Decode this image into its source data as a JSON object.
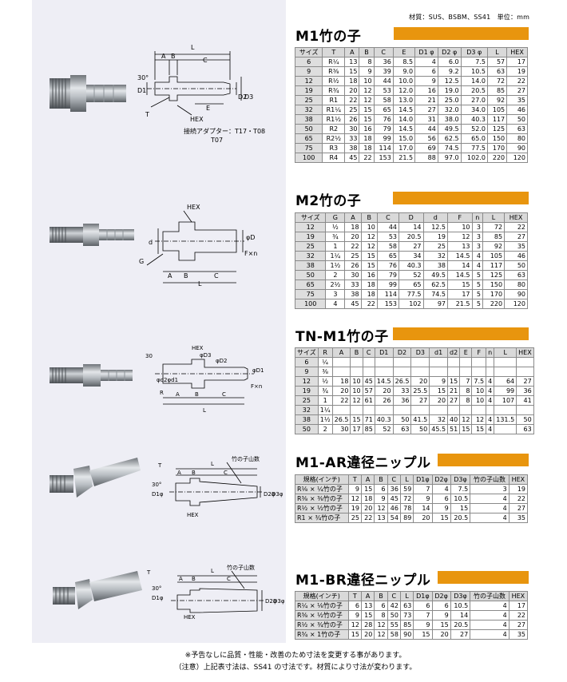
{
  "header": {
    "materials": "材質：SUS、BSBM、SS41　単位：mm"
  },
  "drawing_labels": {
    "m1": {
      "L": "L",
      "A": "A",
      "B": "B",
      "C": "C",
      "E": "E",
      "deg": "30°",
      "D1": "D1",
      "T": "T",
      "HEX": "HEX",
      "D2": "D2",
      "D3": "D3"
    },
    "m1_note_line1": "接続アダプター：T17・T08",
    "m1_note_line2": "T07",
    "m2": {
      "HEX": "HEX",
      "d": "d",
      "G": "G",
      "A": "A",
      "B": "B",
      "C": "C",
      "L": "L",
      "phiD": "φD",
      "Fxn": "F×n"
    },
    "tn": {
      "HEX": "HEX",
      "phiD3": "φD3",
      "phiD2": "φD2",
      "phiD1": "φD1",
      "deg": "30",
      "phid2d1": "φd2φd1",
      "R": "R",
      "A": "A",
      "B": "B",
      "C": "C",
      "L": "L",
      "Fxn": "F×n"
    },
    "ar": {
      "bamboo": "竹の子山数",
      "T": "T",
      "A": "A",
      "B": "B",
      "C": "C",
      "L": "L",
      "deg": "30°",
      "D1": "D1φ",
      "HEX": "HEX",
      "D2": "D2φ",
      "D3": "D3φ"
    },
    "br": {
      "bamboo": "竹の子山数",
      "T": "T",
      "A": "A",
      "B": "B",
      "C": "C",
      "L": "L",
      "deg": "30°",
      "D1": "D1φ",
      "HEX": "HEX",
      "D2": "D2φ",
      "D3": "D3φ"
    }
  },
  "sections": [
    {
      "title": "M1竹の子",
      "columns": [
        "サイズ",
        "T",
        "A",
        "B",
        "C",
        "E",
        "D1 φ",
        "D2 φ",
        "D3 φ",
        "L",
        "HEX"
      ],
      "rows": [
        [
          "6",
          "R¼",
          "13",
          "8",
          "36",
          "8.5",
          "4",
          "6.0",
          "7.5",
          "57",
          "17"
        ],
        [
          "9",
          "R⅜",
          "15",
          "9",
          "39",
          "9.0",
          "6",
          "9.2",
          "10.5",
          "63",
          "19"
        ],
        [
          "12",
          "R½",
          "18",
          "10",
          "44",
          "10.0",
          "9",
          "12.5",
          "14.0",
          "72",
          "22"
        ],
        [
          "19",
          "R¾",
          "20",
          "12",
          "53",
          "12.0",
          "16",
          "19.0",
          "20.5",
          "85",
          "27"
        ],
        [
          "25",
          "R1",
          "22",
          "12",
          "58",
          "13.0",
          "21",
          "25.0",
          "27.0",
          "92",
          "35"
        ],
        [
          "32",
          "R1¼",
          "25",
          "15",
          "65",
          "14.5",
          "27",
          "32.0",
          "34.0",
          "105",
          "46"
        ],
        [
          "38",
          "R1½",
          "26",
          "15",
          "76",
          "14.0",
          "31",
          "38.0",
          "40.3",
          "117",
          "50"
        ],
        [
          "50",
          "R2",
          "30",
          "16",
          "79",
          "14.5",
          "44",
          "49.5",
          "52.0",
          "125",
          "63"
        ],
        [
          "65",
          "R2½",
          "33",
          "18",
          "99",
          "15.0",
          "56",
          "62.5",
          "65.0",
          "150",
          "80"
        ],
        [
          "75",
          "R3",
          "38",
          "18",
          "114",
          "17.0",
          "69",
          "74.5",
          "77.5",
          "170",
          "90"
        ],
        [
          "100",
          "R4",
          "45",
          "22",
          "153",
          "21.5",
          "88",
          "97.0",
          "102.0",
          "220",
          "120"
        ]
      ]
    },
    {
      "title": "M2竹の子",
      "columns": [
        "サイズ",
        "G",
        "A",
        "B",
        "C",
        "D",
        "d",
        "F",
        "n",
        "L",
        "HEX"
      ],
      "rows": [
        [
          "12",
          "½",
          "18",
          "10",
          "44",
          "14",
          "12.5",
          "10",
          "3",
          "72",
          "22"
        ],
        [
          "19",
          "¾",
          "20",
          "12",
          "53",
          "20.5",
          "19",
          "12",
          "3",
          "85",
          "27"
        ],
        [
          "25",
          "1",
          "22",
          "12",
          "58",
          "27",
          "25",
          "13",
          "3",
          "92",
          "35"
        ],
        [
          "32",
          "1¼",
          "25",
          "15",
          "65",
          "34",
          "32",
          "14.5",
          "4",
          "105",
          "46"
        ],
        [
          "38",
          "1½",
          "26",
          "15",
          "76",
          "40.3",
          "38",
          "14",
          "4",
          "117",
          "50"
        ],
        [
          "50",
          "2",
          "30",
          "16",
          "79",
          "52",
          "49.5",
          "14.5",
          "5",
          "125",
          "63"
        ],
        [
          "65",
          "2½",
          "33",
          "18",
          "99",
          "65",
          "62.5",
          "15",
          "5",
          "150",
          "80"
        ],
        [
          "75",
          "3",
          "38",
          "18",
          "114",
          "77.5",
          "74.5",
          "17",
          "5",
          "170",
          "90"
        ],
        [
          "100",
          "4",
          "45",
          "22",
          "153",
          "102",
          "97",
          "21.5",
          "5",
          "220",
          "120"
        ]
      ]
    },
    {
      "title": "TN-M1竹の子",
      "columns": [
        "サイズ",
        "R",
        "A",
        "B",
        "C",
        "D1",
        "D2",
        "D3",
        "d1",
        "d2",
        "E",
        "F",
        "n",
        "L",
        "HEX"
      ],
      "rows": [
        [
          "6",
          "¼",
          "",
          "",
          "",
          "",
          "",
          "",
          "",
          "",
          "",
          "",
          "",
          "",
          ""
        ],
        [
          "9",
          "⅜",
          "",
          "",
          "",
          "",
          "",
          "",
          "",
          "",
          "",
          "",
          "",
          "",
          ""
        ],
        [
          "12",
          "½",
          "18",
          "10",
          "45",
          "14.5",
          "26.5",
          "20",
          "9",
          "15",
          "7",
          "7.5",
          "4",
          "64",
          "27"
        ],
        [
          "19",
          "¾",
          "20",
          "10",
          "57",
          "20",
          "33",
          "25.5",
          "15",
          "21",
          "8",
          "10",
          "4",
          "99",
          "36"
        ],
        [
          "25",
          "1",
          "22",
          "12",
          "61",
          "26",
          "36",
          "27",
          "20",
          "27",
          "8",
          "10",
          "4",
          "107",
          "41"
        ],
        [
          "32",
          "1¼",
          "",
          "",
          "",
          "",
          "",
          "",
          "",
          "",
          "",
          "",
          "",
          "",
          ""
        ],
        [
          "38",
          "1½",
          "26.5",
          "15",
          "71",
          "40.3",
          "50",
          "41.5",
          "32",
          "40",
          "12",
          "12",
          "4",
          "131.5",
          "50"
        ],
        [
          "50",
          "2",
          "30",
          "17",
          "85",
          "52",
          "63",
          "50",
          "45.5",
          "51",
          "15",
          "15",
          "4",
          "",
          "63"
        ]
      ]
    },
    {
      "title": "M1-AR違径ニップル",
      "columns": [
        "規格(インチ)",
        "T",
        "A",
        "B",
        "C",
        "L",
        "D1φ",
        "D2φ",
        "D3φ",
        "竹の子山数",
        "HEX"
      ],
      "rows": [
        [
          "R⅛ × ¼竹の子",
          "9",
          "15",
          "6",
          "36",
          "59",
          "7",
          "4",
          "7.5",
          "3",
          "19"
        ],
        [
          "R⅜ × ⅜竹の子",
          "12",
          "18",
          "9",
          "45",
          "72",
          "9",
          "6",
          "10.5",
          "4",
          "22"
        ],
        [
          "R½ × ½竹の子",
          "19",
          "20",
          "12",
          "46",
          "78",
          "14",
          "9",
          "15",
          "4",
          "27"
        ],
        [
          "R1 × ¾竹の子",
          "25",
          "22",
          "13",
          "54",
          "89",
          "20",
          "15",
          "20.5",
          "4",
          "35"
        ]
      ]
    },
    {
      "title": "M1-BR違径ニップル",
      "columns": [
        "規格(インチ)",
        "T",
        "A",
        "B",
        "C",
        "L",
        "D1φ",
        "D2φ",
        "D3φ",
        "竹の子山数",
        "HEX"
      ],
      "rows": [
        [
          "R¼ × ⅛竹の子",
          "6",
          "13",
          "6",
          "42",
          "63",
          "6",
          "6",
          "10.5",
          "4",
          "17"
        ],
        [
          "R⅜ × ½竹の子",
          "9",
          "15",
          "8",
          "50",
          "73",
          "7",
          "9",
          "14",
          "4",
          "22"
        ],
        [
          "R½ × ¾竹の子",
          "12",
          "28",
          "12",
          "55",
          "85",
          "9",
          "15",
          "20.5",
          "4",
          "27"
        ],
        [
          "R¾ × 1竹の子",
          "15",
          "20",
          "12",
          "58",
          "90",
          "15",
          "20",
          "27",
          "4",
          "35"
        ]
      ]
    }
  ],
  "footer": {
    "line1": "※予告なしに品質・性能・改善のため寸法を変更する事があります。",
    "line2": "（注意）上記表寸法は、SS41 の寸法です。材質により寸法が変わります。"
  }
}
